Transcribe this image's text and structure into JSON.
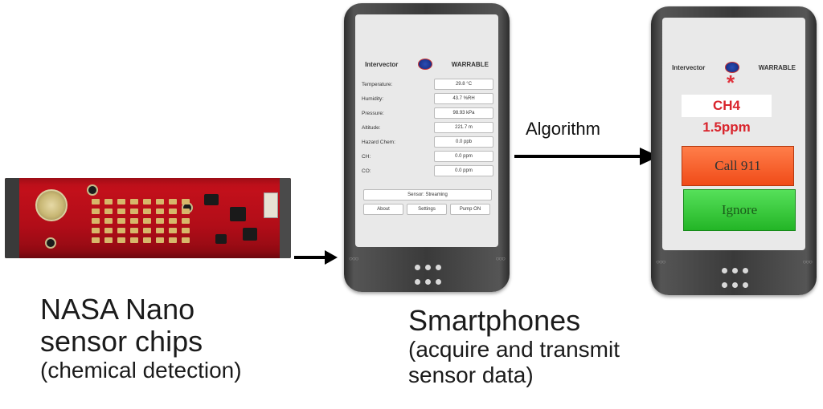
{
  "arrows": {
    "algorithm_label": "Algorithm"
  },
  "sensor_caption": {
    "line1": "NASA Nano",
    "line2": "sensor chips",
    "line3": "(chemical detection)"
  },
  "phone_caption": {
    "line1": "Smartphones",
    "line2": "(acquire and transmit",
    "line3": "sensor data)"
  },
  "phone1": {
    "logo_left": "Intervector",
    "logo_right": "WARRABLE",
    "readings": [
      {
        "label": "Temperature:",
        "value": "29.8 °C"
      },
      {
        "label": "Humidity:",
        "value": "43.7 %RH"
      },
      {
        "label": "Pressure:",
        "value": "98.93 kPa"
      },
      {
        "label": "Altitude:",
        "value": "221.7 m"
      },
      {
        "label": "Hazard Chem:",
        "value": "0.0 ppb"
      },
      {
        "label": "CH:",
        "value": "0.0 ppm"
      },
      {
        "label": "CO:",
        "value": "0.0 ppm"
      }
    ],
    "status": "Sensor: Streaming",
    "buttons": [
      "About",
      "Settings",
      "Pump ON"
    ]
  },
  "phone2": {
    "logo_left": "Intervector",
    "logo_right": "WARRABLE",
    "asterisk": "*",
    "gas": "CH4",
    "level": "1.5ppm",
    "call_label": "Call 911",
    "ignore_label": "Ignore"
  },
  "colors": {
    "alert_red": "#d9242c",
    "call_orange": "#f04b18",
    "ignore_green": "#23b526",
    "chip_red": "#c8111c"
  }
}
